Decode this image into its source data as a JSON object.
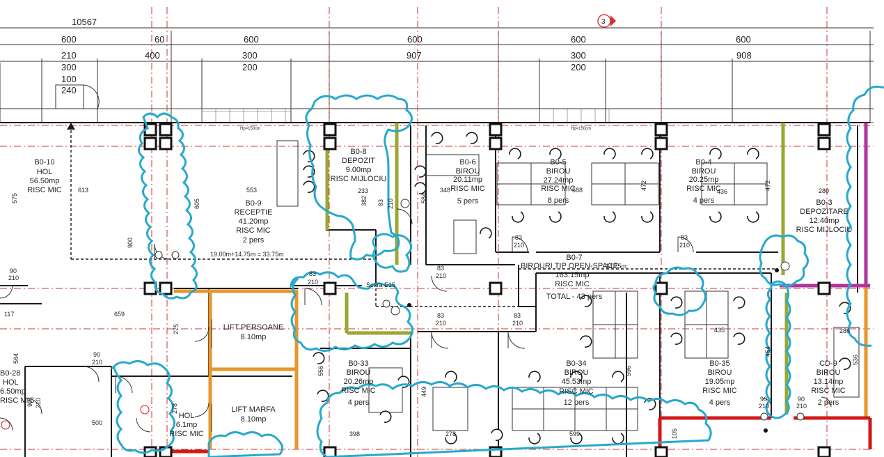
{
  "dimensions": {
    "total": "10567",
    "top_row": [
      "600",
      "60",
      "600",
      "600",
      "600",
      "600"
    ],
    "row2": [
      "210",
      "400",
      "300",
      "907",
      "300",
      "908"
    ],
    "row3": [
      "300",
      "200",
      "200"
    ],
    "row4": [
      "100"
    ],
    "row5": [
      "240"
    ]
  },
  "grid_marker": "3",
  "slab_notes": [
    "Hp=150cm",
    "Hp=150cm"
  ],
  "rooms": {
    "b010": {
      "code": "B0-10",
      "name": "HOL",
      "area": "56.50mp",
      "risk": "RISC MIC"
    },
    "b09": {
      "code": "B0-9",
      "name": "RECEPTIE",
      "area": "41.20mp",
      "risk": "RISC MIC",
      "pers": "2 pers"
    },
    "b08": {
      "code": "B0-8",
      "name": "DEPOZIT",
      "area": "9.00mp",
      "risk": "RISC MIJLOCIU"
    },
    "b06": {
      "code": "B0-6",
      "name": "BIROU",
      "area": "20.11mp",
      "risk": "RISC MIC",
      "pers": "5 pers"
    },
    "b05": {
      "code": "B0-5",
      "name": "BIROU",
      "area": "27.24mp",
      "risk": "RISC MIC",
      "pers": "8 pers"
    },
    "b04": {
      "code": "B0-4",
      "name": "BIROU",
      "area": "20.25mp",
      "risk": "RISC MIC",
      "pers": "4 pers"
    },
    "b03": {
      "code": "B0-3",
      "name": "DEPOZITARE",
      "area": "12.40mp",
      "risk": "RISC MIJLOCIU"
    },
    "b07": {
      "code": "B0-7",
      "name": "BIROURI TIP OPEN-SPACE",
      "area": "163.15mp",
      "risk": "RISC MIC",
      "total": "TOTAL - 43 pers",
      "note": "14.75m"
    },
    "lift_pers": {
      "name": "LIFT PERSOANE",
      "area": "8.10mp"
    },
    "lift_marfa": {
      "name": "LIFT MARFA",
      "area": "8.10mp"
    },
    "b033": {
      "code": "B0-33",
      "name": "BIROU",
      "area": "20.26mp",
      "risk": "RISC MIC",
      "pers": "4 pers"
    },
    "b034": {
      "code": "B0-34",
      "name": "BIROU",
      "area": "45.53mp",
      "risk": "RISC MIC",
      "pers": "12 pers"
    },
    "b035": {
      "code": "B0-35",
      "name": "BIROU",
      "area": "19.05mp",
      "risk": "RISC MIC",
      "pers": "4 pers"
    },
    "cd9": {
      "code": "CD-9",
      "name": "BIROU",
      "area": "13.14mp",
      "risk": "RISC MIC",
      "pers": "2 pers"
    },
    "b028": {
      "code": "B0-28",
      "name": "HOL",
      "area": "6.50mp",
      "risk": "RISC MIC"
    },
    "hol": {
      "name": "HOL",
      "area": "6.1mp",
      "risk": "RISC MIC"
    }
  },
  "evac_path": "19.00m+14.75m = 33.75m",
  "stair_label": "Scara E15",
  "inner_dims": [
    "613",
    "553",
    "233",
    "575",
    "605",
    "382",
    "584",
    "348",
    "588",
    "472",
    "436",
    "472",
    "280",
    "900",
    "659",
    "275",
    "117",
    "564",
    "500",
    "278",
    "398",
    "449",
    "278",
    "599",
    "596",
    "435",
    "286",
    "556",
    "105",
    "454",
    "536"
  ],
  "door_dims": [
    {
      "w": "90",
      "h": "210"
    },
    {
      "w": "83",
      "h": "210"
    },
    {
      "w": "83",
      "h": "210"
    },
    {
      "w": "83",
      "h": "210"
    },
    {
      "w": "83",
      "h": "210"
    },
    {
      "w": "83",
      "h": "210"
    },
    {
      "w": "83",
      "h": "210"
    },
    {
      "w": "83",
      "h": "210"
    },
    {
      "w": "90",
      "h": "210"
    },
    {
      "w": "90",
      "h": "210"
    },
    {
      "w": "90",
      "h": "210"
    },
    {
      "w": "90",
      "h": "210"
    }
  ],
  "colors": {
    "grid_red": "#d23232",
    "cloud_blue": "#27a9cc",
    "wall_orange": "#e8962a",
    "wall_green": "#9aa832",
    "wall_magenta": "#b0349a",
    "wall_red": "#d01818",
    "ink": "#1a1a1a"
  }
}
